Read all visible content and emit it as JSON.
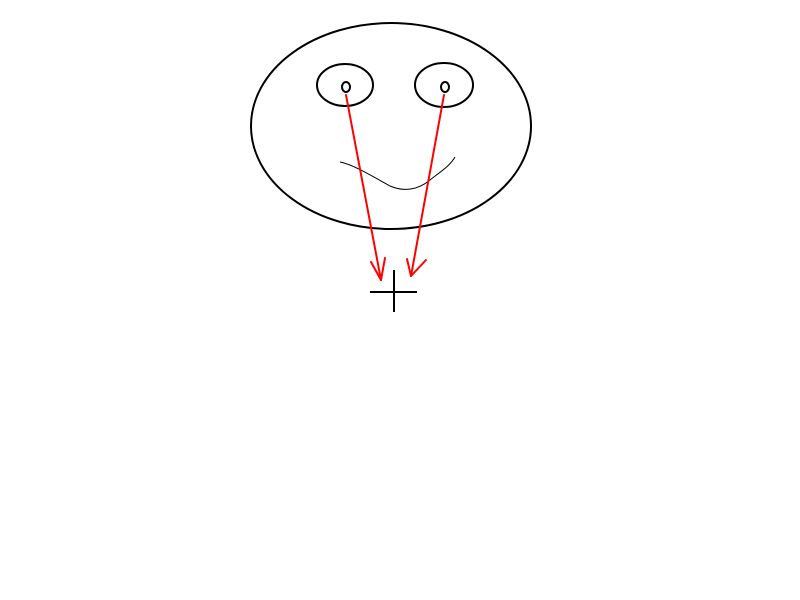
{
  "diagram": {
    "colors": {
      "background": "#ffffff",
      "outline": "#000000",
      "arrow": "#ff0000"
    },
    "elements": [
      "face-outline",
      "left-eye",
      "left-pupil",
      "right-eye",
      "right-pupil",
      "mouth",
      "left-gaze-arrow",
      "right-gaze-arrow",
      "fixation-cross"
    ]
  }
}
